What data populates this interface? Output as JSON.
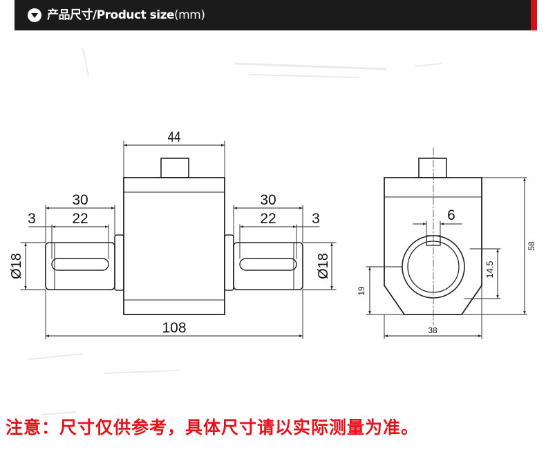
{
  "header": {
    "title_cn": "产品尺寸/",
    "title_en": "Product size",
    "title_unit": "(mm)",
    "icon": "chevron-down-icon",
    "colors": {
      "bar": "#1b1b1b",
      "accent": "#d0121b",
      "text": "#ffffff"
    }
  },
  "side_view": {
    "dims": {
      "body_width": "44",
      "left_shaft_length": "30",
      "left_key_length": "22",
      "left_key_offset": "3",
      "right_shaft_length": "30",
      "right_key_length": "22",
      "right_key_offset": "3",
      "left_diameter": "Ø18",
      "right_diameter": "Ø18",
      "total_length": "108"
    }
  },
  "end_view": {
    "dims": {
      "keyway_width": "6",
      "height": "58",
      "keyway_depth": "14.5",
      "center_height": "19",
      "width": "38"
    }
  },
  "note": {
    "text": "注意：尺寸仅供参考，具体尺寸请以实际测量为准。",
    "color": "#e5121c"
  }
}
